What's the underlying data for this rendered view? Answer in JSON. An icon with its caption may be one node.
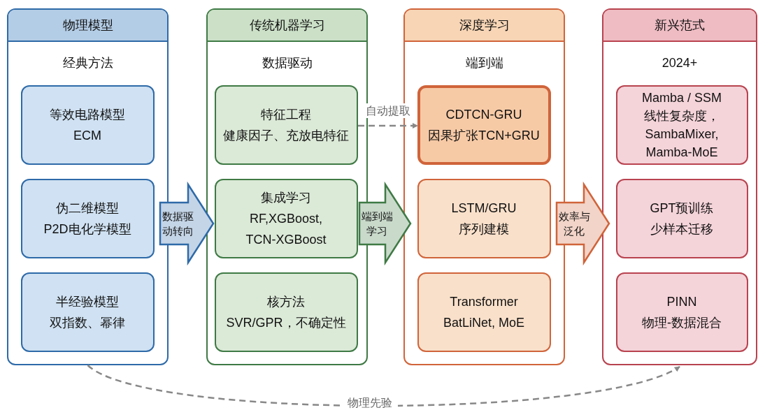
{
  "diagram": {
    "nodes": [
      {
        "text": [
          "物理模型",
          "经典方法"
        ]
      },
      {
        "text": [
          "等效电路模型",
          "ECM"
        ],
        "in": 0
      },
      {
        "text": [
          "伪二维模型",
          "P2D电化学模型"
        ],
        "in": 0
      },
      {
        "text": [
          "半经验模型",
          "双指数、幂律"
        ],
        "in": 0
      },
      {
        "text": [
          "传统机器学习",
          "数据驱动"
        ]
      },
      {
        "text": [
          "特征工程",
          "健康因子、充放电特征"
        ],
        "in": 4
      },
      {
        "text": [
          "集成学习",
          "RF,XGBoost, TCN-XGBoost"
        ],
        "in": 4
      },
      {
        "text": [
          "核方法",
          "SVR/GPR，不确定性"
        ],
        "in": 4
      },
      {
        "text": [
          "深度学习",
          "端到端"
        ]
      },
      {
        "text": [
          "CDTCN-GRU",
          "因果扩张TCN+GRU"
        ],
        "in": 8
      },
      {
        "text": [
          "LSTM/GRU",
          "序列建模"
        ],
        "in": 8
      },
      {
        "text": [
          "Transformer",
          "BatLiNet, MoE"
        ],
        "in": 8
      },
      {
        "text": [
          "新兴范式",
          "2024+"
        ]
      },
      {
        "text": [
          "Mamba / SSM",
          "线性复杂度， SambaMixer, Mamba-MoE"
        ],
        "in": 12
      },
      {
        "text": [
          "GPT预训练",
          "少样本迁移"
        ],
        "in": 12
      },
      {
        "text": [
          "PINN",
          "物理-数据混合"
        ],
        "in": 12
      }
    ],
    "edges": [
      {
        "from": 0,
        "to": 4,
        "arrow": "to",
        "label": "数据驱动转向",
        "style": "thick",
        "color": "#2e6aa8"
      },
      {
        "from": 4,
        "to": 8,
        "arrow": "to",
        "label": "端到端学习",
        "style": "thick",
        "color": "#3f7a45"
      },
      {
        "from": 8,
        "to": 12,
        "arrow": "to",
        "label": "效率与泛化",
        "style": "thick",
        "color": "#d0643a"
      },
      {
        "from": 5,
        "to": 9,
        "arrow": "to",
        "label": "自动提取",
        "style": "dashed",
        "color": "#888888"
      },
      {
        "from": 0,
        "to": 12,
        "arrow": "to",
        "label": "物理先验",
        "style": "dashed",
        "color": "#888888"
      }
    ]
  }
}
